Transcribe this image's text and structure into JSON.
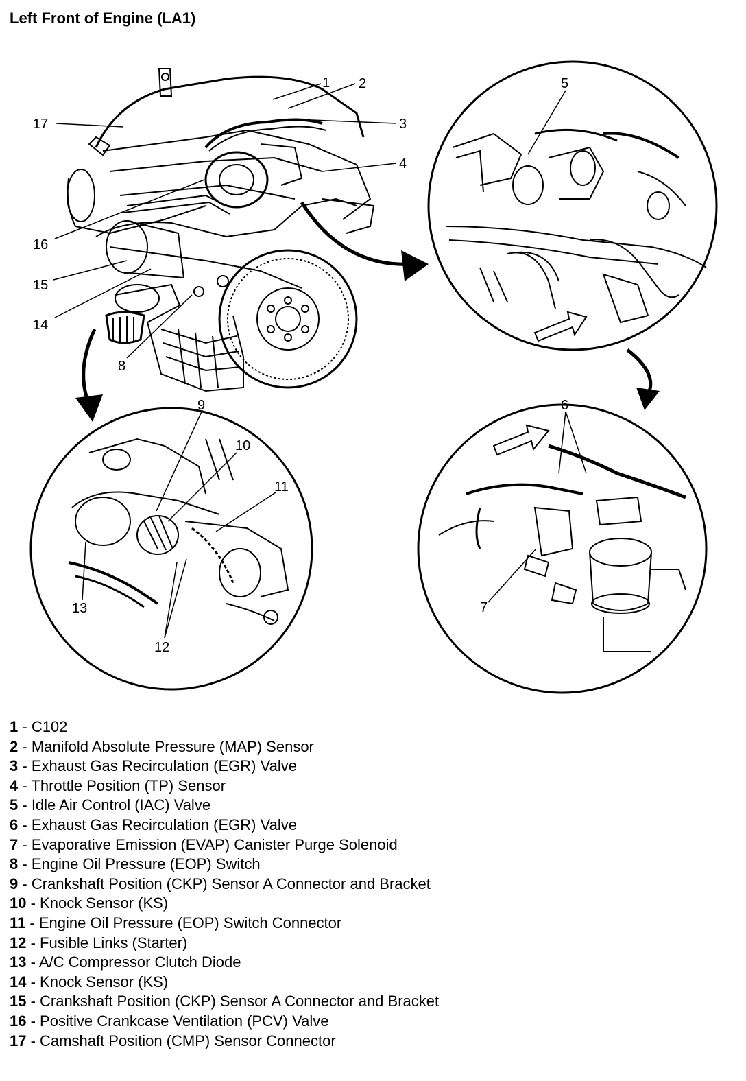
{
  "title": "Left Front of Engine (LA1)",
  "callouts": {
    "c1": "1",
    "c2": "2",
    "c3": "3",
    "c4": "4",
    "c5": "5",
    "c6": "6",
    "c7": "7",
    "c8": "8",
    "c9": "9",
    "c10": "10",
    "c11": "11",
    "c12": "12",
    "c13": "13",
    "c14": "14",
    "c15": "15",
    "c16": "16",
    "c17": "17"
  },
  "legend": [
    {
      "num": "1",
      "label": "C102"
    },
    {
      "num": "2",
      "label": "Manifold Absolute Pressure (MAP) Sensor"
    },
    {
      "num": "3",
      "label": "Exhaust Gas Recirculation (EGR) Valve"
    },
    {
      "num": "4",
      "label": "Throttle Position (TP) Sensor"
    },
    {
      "num": "5",
      "label": "Idle Air Control (IAC) Valve"
    },
    {
      "num": "6",
      "label": "Exhaust Gas Recirculation (EGR) Valve"
    },
    {
      "num": "7",
      "label": "Evaporative Emission (EVAP) Canister Purge Solenoid"
    },
    {
      "num": "8",
      "label": "Engine Oil Pressure (EOP) Switch"
    },
    {
      "num": "9",
      "label": "Crankshaft Position (CKP) Sensor A Connector and Bracket"
    },
    {
      "num": "10",
      "label": "Knock Sensor (KS)"
    },
    {
      "num": "11",
      "label": "Engine Oil Pressure (EOP) Switch Connector"
    },
    {
      "num": "12",
      "label": "Fusible Links (Starter)"
    },
    {
      "num": "13",
      "label": "A/C Compressor Clutch Diode"
    },
    {
      "num": "14",
      "label": "Knock Sensor (KS)"
    },
    {
      "num": "15",
      "label": "Crankshaft Position (CKP) Sensor A Connector and Bracket"
    },
    {
      "num": "16",
      "label": "Positive Crankcase Ventilation (PCV) Valve"
    },
    {
      "num": "17",
      "label": "Camshaft Position (CMP) Sensor Connector"
    }
  ]
}
